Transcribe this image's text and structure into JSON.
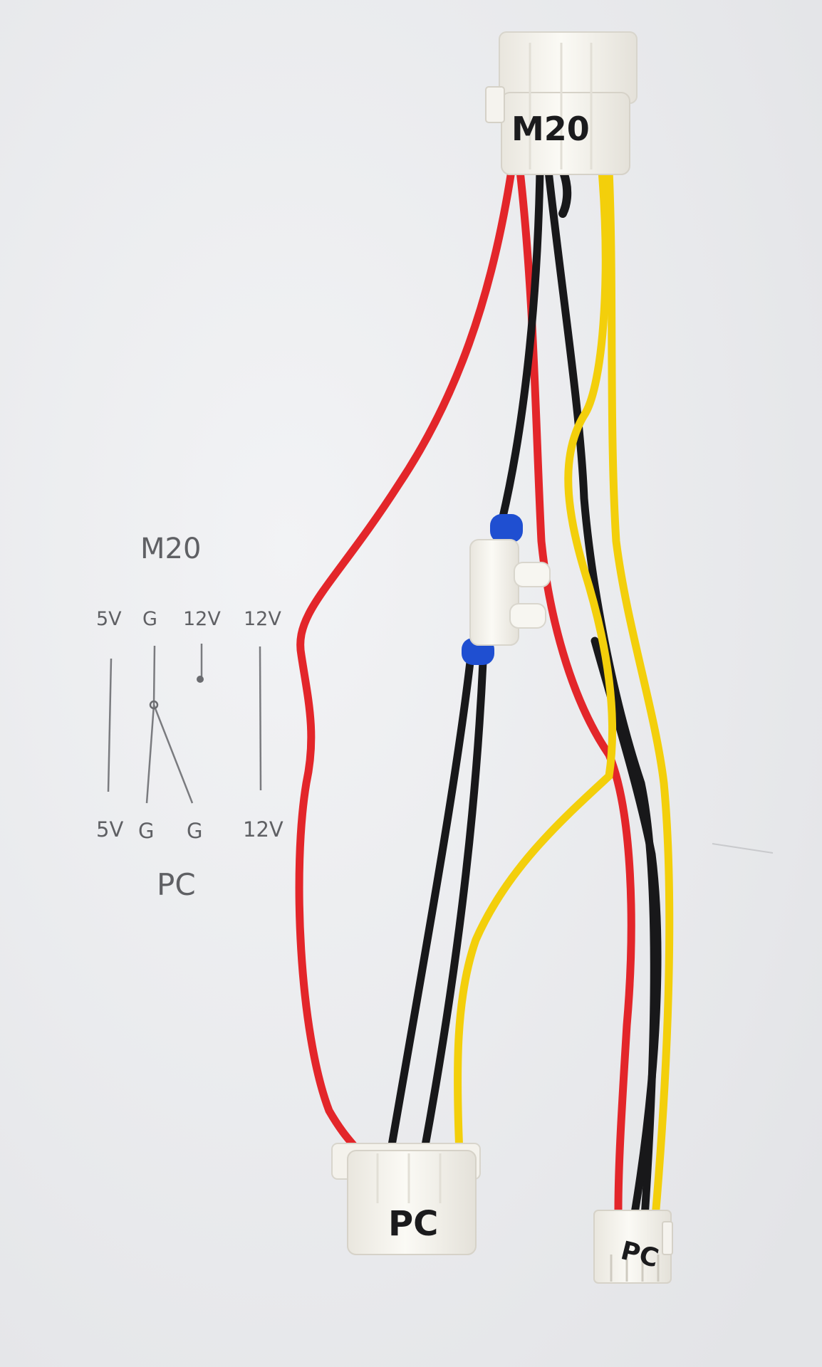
{
  "sketch": {
    "top_title": "M20",
    "top_labels": [
      "5V",
      "G",
      "12V",
      "12V"
    ],
    "bottom_labels": [
      "5V",
      "G",
      "G",
      "12V"
    ],
    "bottom_title": "PC"
  },
  "connectors": {
    "top_label": "M20",
    "bottom_left_label": "PC",
    "bottom_right_label": "PC"
  },
  "wire_colors": {
    "red": "#e3262a",
    "black": "#18181a",
    "yellow": "#f3cf0b",
    "connector": "#f7f5ef",
    "sleeve": "#1f4fd1"
  }
}
